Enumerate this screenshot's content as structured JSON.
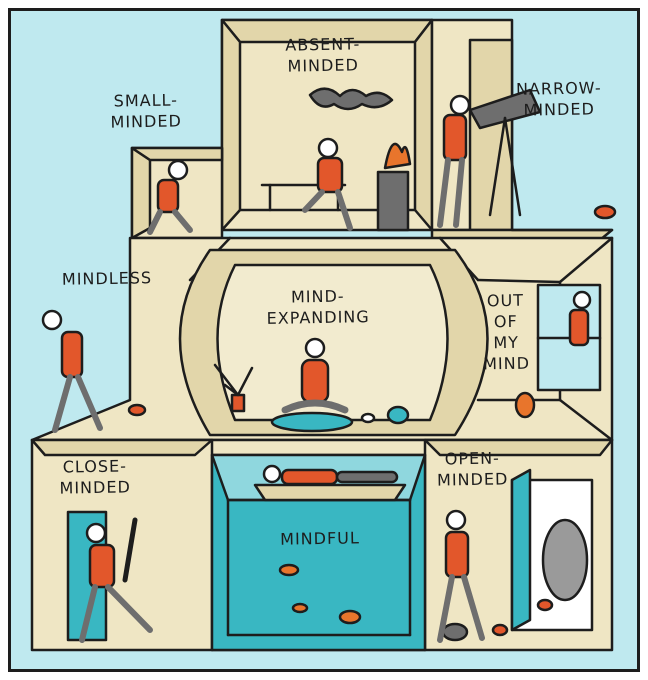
{
  "labels": {
    "absent_minded": "ABSENT-\nMINDED",
    "small_minded": "SMALL-\nMINDED",
    "narrow_minded": "NARROW-\nMINDED",
    "mindless": "MINDLESS",
    "mind_expanding": "MIND-\nEXPANDING",
    "out_of_my_mind": "OUT\nOF\nMY\nMIND",
    "close_minded": "CLOSE-\nMINDED",
    "mindful": "MINDFUL",
    "open_minded": "OPEN-\nMINDED"
  },
  "colors": {
    "sky": "#bfe9ef",
    "wall": "#efe6c4",
    "wall_shade": "#e2d6aa",
    "ink": "#1d1d1d",
    "shirt": "#e2572b",
    "trousers": "#6e6e6e",
    "water": "#39b7c2",
    "fish": "#e8752c",
    "plant": "#2d5a3a"
  }
}
